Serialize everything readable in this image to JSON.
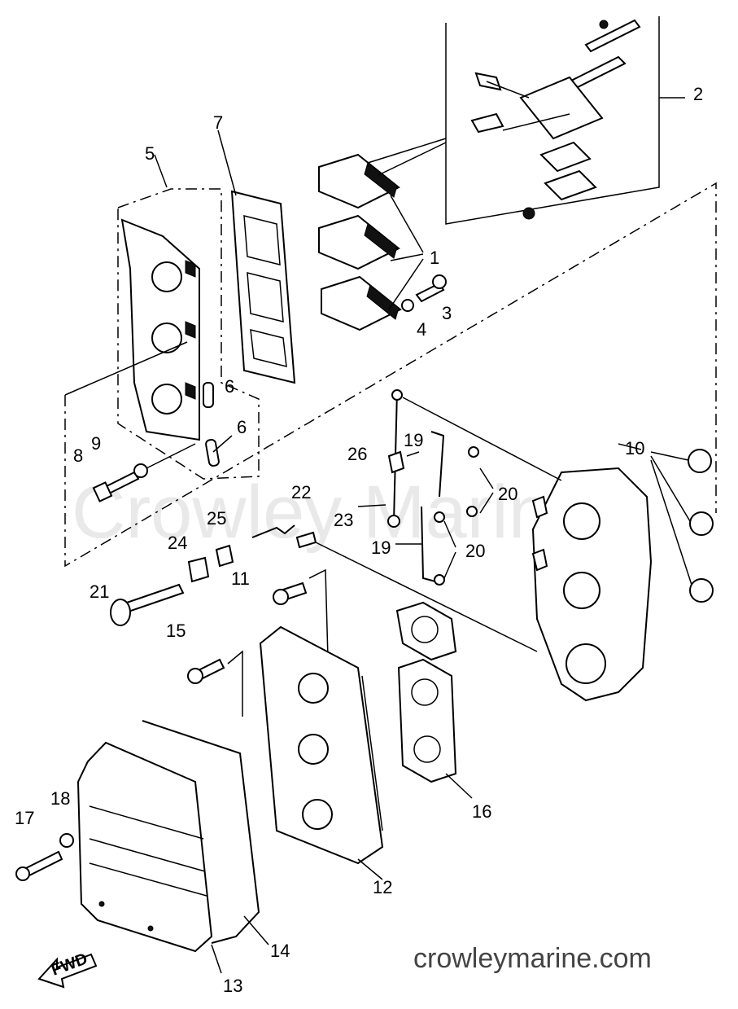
{
  "watermark_text": "Crowley Marine",
  "footer_site": "crowleymarine.com",
  "fwd_label": "FWD",
  "part_labels": [
    {
      "id": "1",
      "text": "1"
    },
    {
      "id": "2",
      "text": "2"
    },
    {
      "id": "3",
      "text": "3"
    },
    {
      "id": "4",
      "text": "4"
    },
    {
      "id": "5",
      "text": "5"
    },
    {
      "id": "6a",
      "text": "6"
    },
    {
      "id": "6b",
      "text": "6"
    },
    {
      "id": "7",
      "text": "7"
    },
    {
      "id": "8",
      "text": "8"
    },
    {
      "id": "9",
      "text": "9"
    },
    {
      "id": "10",
      "text": "10"
    },
    {
      "id": "11",
      "text": "11"
    },
    {
      "id": "12",
      "text": "12"
    },
    {
      "id": "13",
      "text": "13"
    },
    {
      "id": "14",
      "text": "14"
    },
    {
      "id": "15",
      "text": "15"
    },
    {
      "id": "16",
      "text": "16"
    },
    {
      "id": "17",
      "text": "17"
    },
    {
      "id": "18",
      "text": "18"
    },
    {
      "id": "19a",
      "text": "19"
    },
    {
      "id": "19b",
      "text": "19"
    },
    {
      "id": "20a",
      "text": "20"
    },
    {
      "id": "20b",
      "text": "20"
    },
    {
      "id": "21",
      "text": "21"
    },
    {
      "id": "22",
      "text": "22"
    },
    {
      "id": "23",
      "text": "23"
    },
    {
      "id": "24",
      "text": "24"
    },
    {
      "id": "25",
      "text": "25"
    },
    {
      "id": "26",
      "text": "26"
    }
  ]
}
